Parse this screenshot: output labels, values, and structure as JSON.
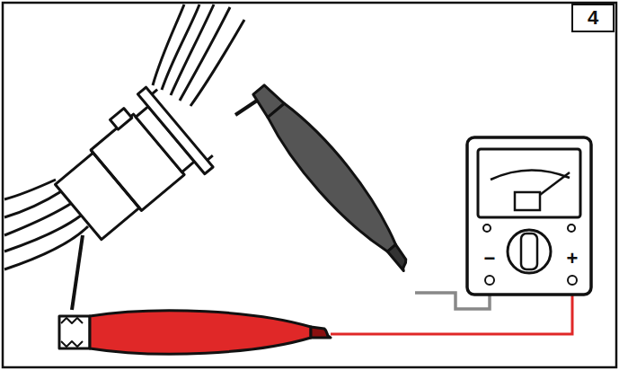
{
  "diagram": {
    "nodes": [
      {
        "text": [
          "4"
        ]
      }
    ],
    "labels": [
      "−",
      "+"
    ]
  }
}
